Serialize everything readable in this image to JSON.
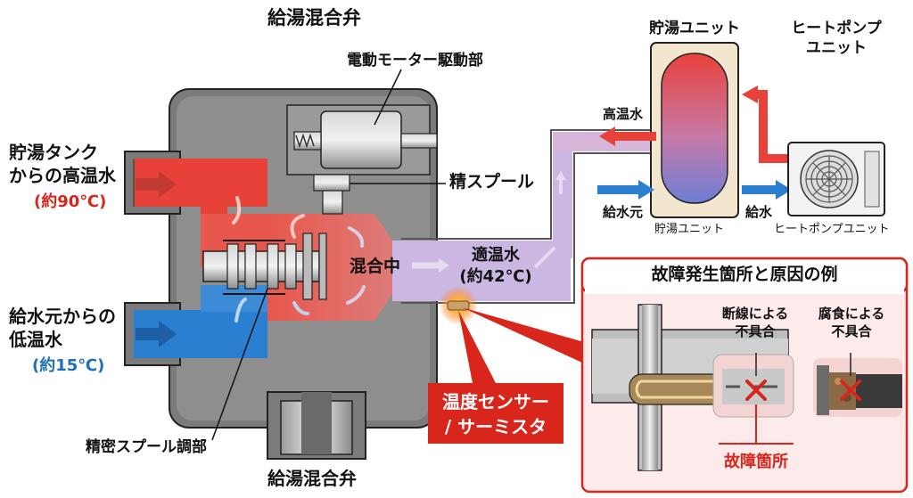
{
  "title_top": "給湯混合弁",
  "title_bottom": "給湯混合弁",
  "motor_label": "電動モーター駆動部",
  "fine_spool_label": "精スプール",
  "precision_spool_label": "精密スプール調部",
  "hot_inlet": {
    "line1": "貯湯タンク",
    "line2": "からの高温水",
    "temp": "(約90℃)"
  },
  "cold_inlet": {
    "line1": "給水元からの",
    "line2": "低温水",
    "temp": "(約15℃)"
  },
  "mixing_label": "混合中",
  "outlet": {
    "line1": "適温水",
    "line2": "(約42℃)"
  },
  "sensor_callout": {
    "line1": "温度センサー",
    "line2": "/ サーミスタ"
  },
  "tank_unit": {
    "title": "貯湯ユニット",
    "caption": "貯湯ユニット"
  },
  "heatpump_unit": {
    "title_line1": "ヒートポンプ",
    "title_line2": "ユニット",
    "caption": "ヒートポンプユニット"
  },
  "flows": {
    "hot_water": "高温水",
    "supply": "給水元",
    "feed": "給水"
  },
  "fault_panel": {
    "title": "故障発生箇所と原因の例",
    "disconnect": {
      "line1": "断線による",
      "line2": "不具合"
    },
    "corrosion": {
      "line1": "腐食による",
      "line2": "不具合"
    },
    "fault_point": "故障箇所"
  },
  "colors": {
    "hot": "#e8413a",
    "cold": "#2a7fd0",
    "mixed": "#c9b6e0",
    "fault": "#d9261c",
    "valve_body": "#7d7d7d",
    "panel_fill": "#fdeaea"
  }
}
